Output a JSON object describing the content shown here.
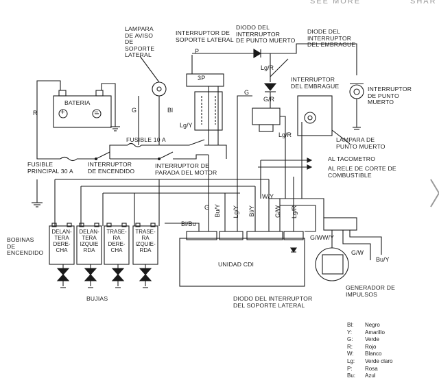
{
  "topbar": {
    "see_more": "SEE MORE",
    "share": "SHAR"
  },
  "labels": {
    "lampara_aviso": "LAMPARA\nDE AVISO\nDE\nSOPORTE\nLATERAL",
    "int_soporte": "INTERRUPTOR DE\nSOPORTE LATERAL",
    "diodo_punto": "DIODO DEL\nINTERRUPTOR\nDE PUNTO MUERTO",
    "diodo_embrague": "DIODE DEL\nINTERRUPTOR\nDEL EMBRAGUE",
    "int_punto": "INTERRUPTOR\nDE PUNTO\nMUERTO",
    "int_embrague": "INTERRUPTOR\nDEL EMBRAGUE",
    "bateria": "BATERIA",
    "lampara_punto": "LAMPARA DE\nPUNTO MUERTO",
    "fusible_10": "FUSIBLE 10 A",
    "fusible_30": "FUSIBLE\nPRINCIPAL 30 A",
    "int_encendido": "INTERRUPTOR\nDE ENCENDIDO",
    "int_parada": "INTERRUPTOR DE\nPARADA DEL MOTOR",
    "tacometro": "AL TACOMETRO",
    "rele": "AL RELE DE CORTE DE\nCOMBUSTIBLE",
    "bobinas": "BOBINAS\nDE\nENCENDIDO",
    "unidad": "UNIDAD CDI",
    "generador": "GENERADOR DE\nIMPULSOS",
    "bujias": "BUJIAS",
    "diodo_soporte": "DIODO DEL INTERRUPTOR\nDEL SOPORTE LATERAL",
    "plus": "+",
    "minus": "−",
    "3p": "3P"
  },
  "coils": [
    "DELAN-\nTERA\nDERE-\nCHA",
    "DELAN-\nTERA\nIZQUIE\nRDA",
    "TRASE-\nRA\nDERE-\nCHA",
    "TRASE-\nRA\nIZQUIE-\nRDA"
  ],
  "wires": {
    "r": "R",
    "g1": "G",
    "bl": "Bl",
    "lgy": "Lg/Y",
    "p": "P",
    "lgr1": "Lg/R",
    "g2": "G",
    "gr": "G/R",
    "lgr2": "Lg/R",
    "g3": "G",
    "buy1": "Bu/Y",
    "lgy2": "Lg/Y",
    "bly": "Bl/Y",
    "wy": "W/Y",
    "gw": "G/W",
    "lgr3": "Lg/R",
    "blbu": "Bl/Bu",
    "gwwy": "G/WW/Y",
    "gw2": "G/W",
    "buy2": "Bu/Y"
  },
  "legend": [
    {
      "code": "Bl:",
      "name": "Negro"
    },
    {
      "code": "Y:",
      "name": "Amarillo"
    },
    {
      "code": "G:",
      "name": "Verde"
    },
    {
      "code": "R:",
      "name": "Rojo"
    },
    {
      "code": "W:",
      "name": "Blanco"
    },
    {
      "code": "Lg:",
      "name": "Verde claro"
    },
    {
      "code": "P:",
      "name": "Rosa"
    },
    {
      "code": "Bu:",
      "name": "Azul"
    }
  ]
}
